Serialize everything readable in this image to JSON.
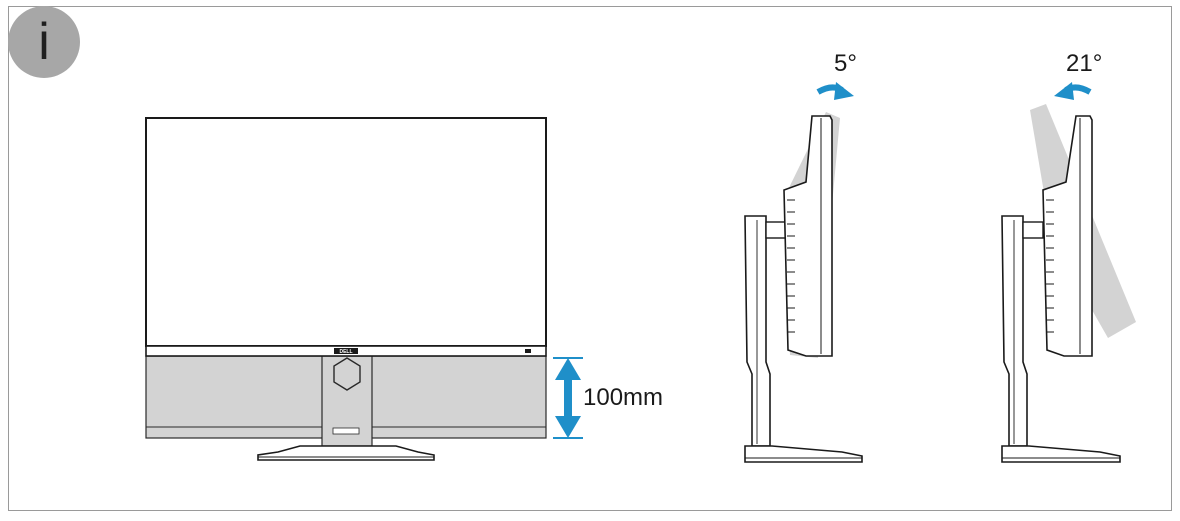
{
  "badge": {
    "letter": "i"
  },
  "height_adjust": {
    "label": "100mm"
  },
  "tilt_forward": {
    "label": "5°"
  },
  "tilt_back": {
    "label": "21°"
  },
  "brand": {
    "logo_text": "DELL"
  },
  "colors": {
    "arrow": "#1f8fc9",
    "shade": "#d3d3d3",
    "badge": "#a7a7a7",
    "frame": "#9a9a9a"
  }
}
